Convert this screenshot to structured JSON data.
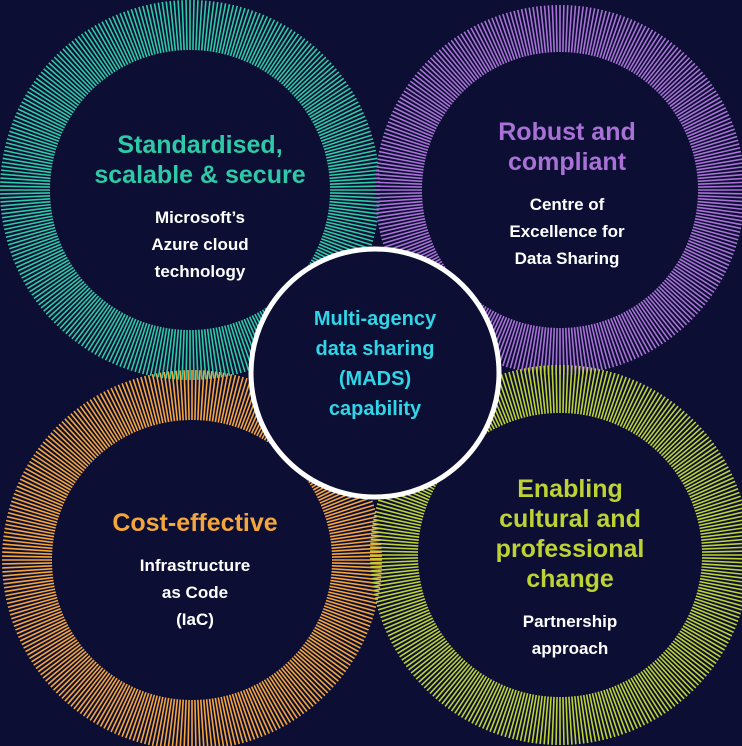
{
  "colors": {
    "background": "#0c0f33",
    "center": "#2fd6e8",
    "ring_white": "#ffffff"
  },
  "center": {
    "label": "Multi-agency\ndata sharing\n(MADS)\ncapability"
  },
  "pillars": [
    {
      "id": "top-left",
      "color": "#2ec9a6",
      "heading": "Standardised,\nscalable & secure",
      "detail": "Microsoft’s\nAzure cloud\ntechnology"
    },
    {
      "id": "top-right",
      "color": "#a871d6",
      "heading": "Robust and\ncompliant",
      "detail": "Centre of\nExcellence for\nData Sharing"
    },
    {
      "id": "bottom-left",
      "color": "#f4a53b",
      "heading": "Cost-effective",
      "detail": "Infrastructure\nas Code\n(IaC)"
    },
    {
      "id": "bottom-right",
      "color": "#bdd233",
      "heading": "Enabling\ncultural and\nprofessional\nchange",
      "detail": "Partnership\napproach"
    }
  ]
}
